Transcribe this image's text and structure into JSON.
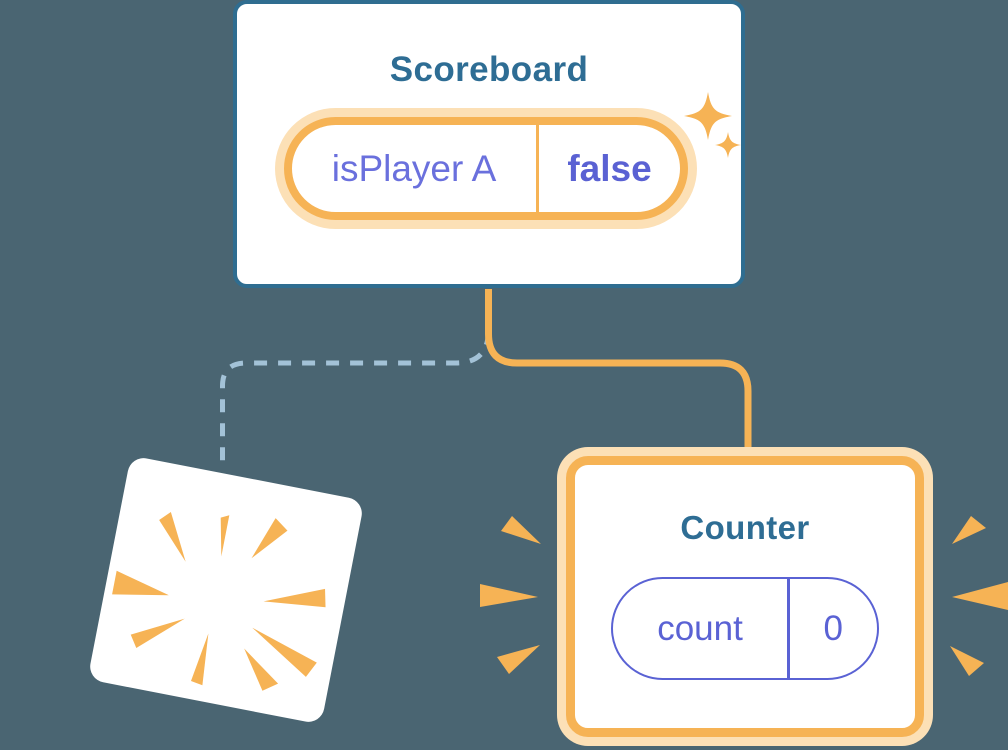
{
  "scoreboard": {
    "title": "Scoreboard",
    "state": {
      "key": "isPlayer A",
      "value": "false"
    }
  },
  "counter": {
    "title": "Counter",
    "state": {
      "key": "count",
      "value": "0"
    }
  },
  "colors": {
    "background": "#4a6572",
    "component_border_blue": "#2f6d90",
    "component_title": "#2e6d94",
    "highlight_orange": "#f6b355",
    "highlight_glow": "#fce0b6",
    "state_key_purple": "#6a70dd",
    "state_value_purple": "#5a61d3",
    "counter_purple": "#5a62d4",
    "dashed_connector_blue": "#a3c2d7"
  },
  "icons": {
    "sparkles": "sparkles-icon",
    "burst": "burst-explosion-icon",
    "emphasis_left": "emphasis-rays-left-icon",
    "emphasis_right": "emphasis-rays-right-icon"
  }
}
